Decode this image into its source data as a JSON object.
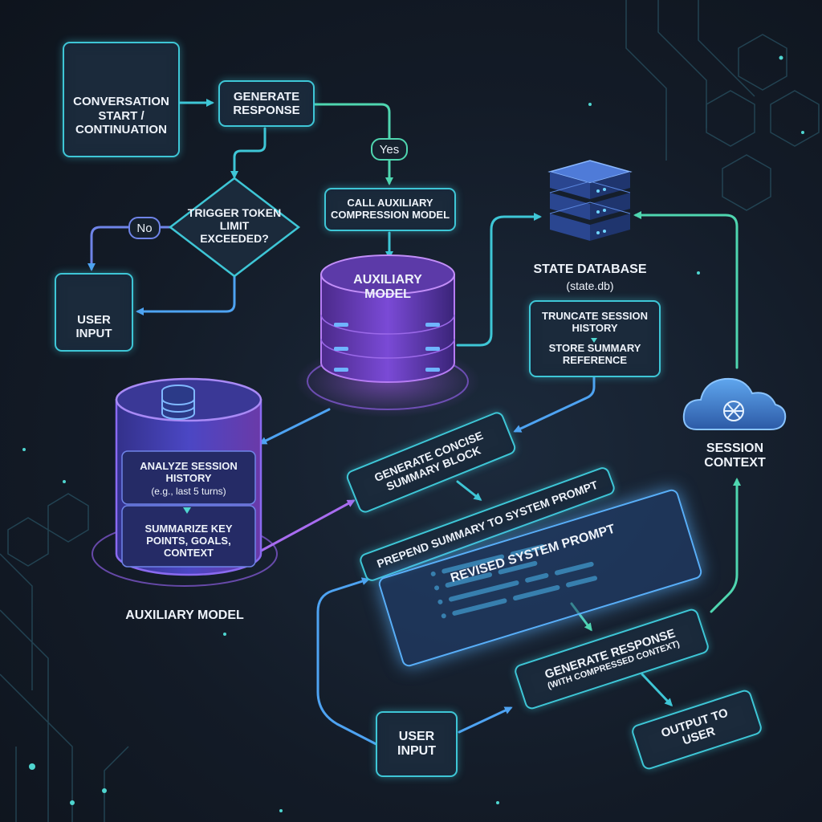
{
  "nodes": {
    "conversation_start": "CONVERSATION START / CONTINUATION",
    "generate_response_top": "GENERATE RESPONSE",
    "trigger": "TRIGGER TOKEN LIMIT EXCEEDED?",
    "yes_label": "Yes",
    "no_label": "No",
    "user_input_top": "USER INPUT",
    "call_aux": "CALL AUXILIARY COMPRESSION MODEL",
    "aux_model_cylinder": "AUXILIARY MODEL",
    "state_db_title": "STATE DATABASE",
    "state_db_file": "(state.db)",
    "truncate": "TRUNCATE SESSION HISTORY",
    "store_summary": "STORE SUMMARY REFERENCE",
    "session_context": "SESSION CONTEXT",
    "analyze": "ANALYZE SESSION HISTORY",
    "analyze_note": "(e.g., last 5 turns)",
    "summarize": "SUMMARIZE KEY POINTS, GOALS, CONTEXT",
    "aux_model_caption": "AUXILIARY MODEL",
    "generate_summary": "GENERATE CONCISE SUMMARY BLOCK",
    "prepend": "PREPEND SUMMARY TO SYSTEM PROMPT",
    "revised_prompt": "REVISED SYSTEM PROMPT",
    "generate_response_bottom": "GENERATE RESPONSE",
    "generate_response_note": "(WITH COMPRESSED CONTEXT)",
    "user_input_bottom": "USER INPUT",
    "output": "OUTPUT TO USER"
  },
  "icons": {
    "chat": "chat-bubbles-icon",
    "user": "user-icon",
    "server": "server-stack-icon",
    "cloud": "cloud-openai-icon",
    "database": "database-icon"
  },
  "colors": {
    "background": "#131b27",
    "cyan": "#3ec6d6",
    "green": "#4fd6b0",
    "blue": "#4ea3f2",
    "purple": "#a45cf0",
    "violet": "#7a5cf0"
  }
}
